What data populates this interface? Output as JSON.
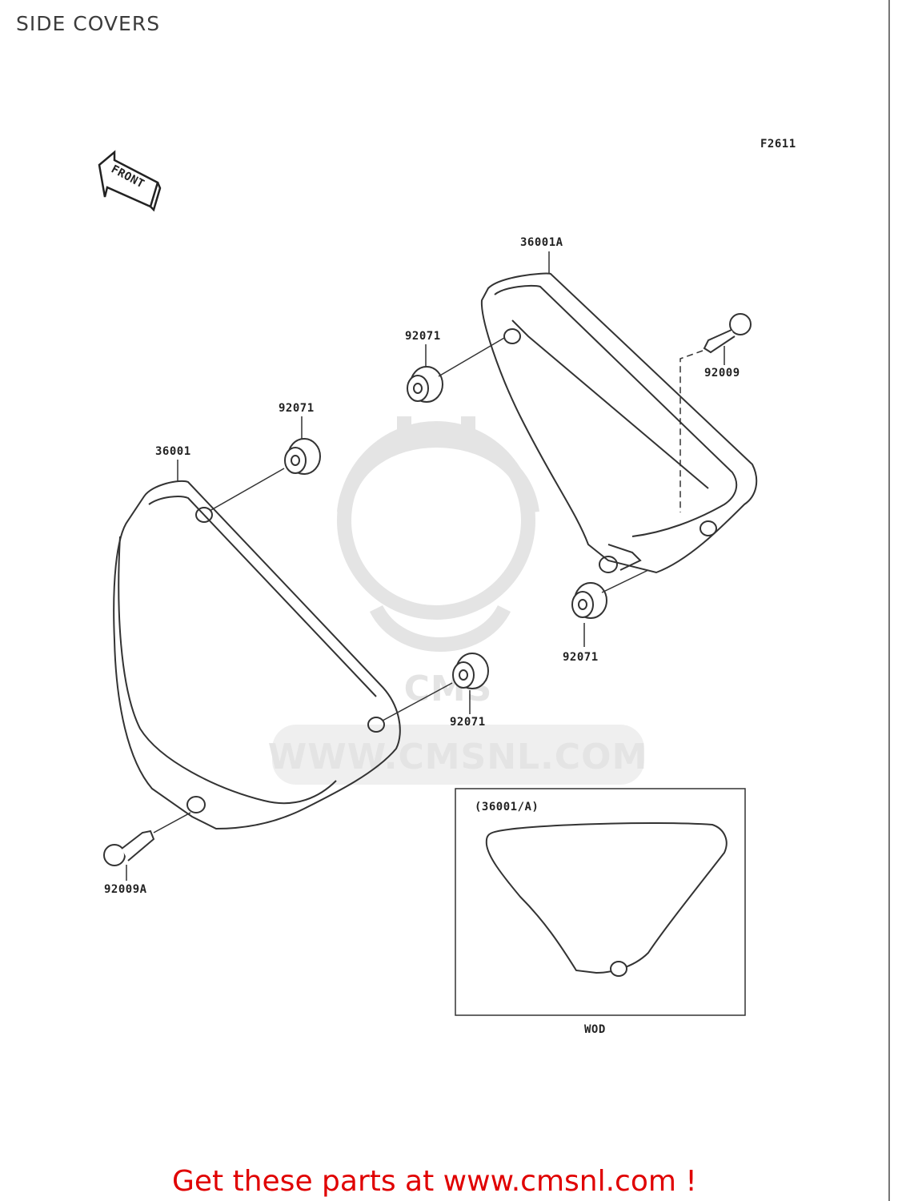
{
  "page": {
    "title": "SIDE COVERS"
  },
  "diagram": {
    "figure_code": "F2611",
    "front_arrow_label": "FRONT",
    "callouts": {
      "cover_right": "36001A",
      "cover_left": "36001",
      "grommet_a": "92071",
      "grommet_b": "92071",
      "grommet_c": "92071",
      "grommet_d": "92071",
      "bolt_right": "92009",
      "bolt_left": "92009A"
    },
    "inset": {
      "label": "(36001/A)",
      "caption": "WOD"
    }
  },
  "watermark": {
    "text": "WWW.CMSNL.COM",
    "logo_text": "CMS"
  },
  "footer": {
    "cta_text": "Get these parts at www.cmsnl.com !"
  },
  "colors": {
    "line": "#333333",
    "watermark": "#e4e4e4",
    "cta": "#e00000"
  }
}
